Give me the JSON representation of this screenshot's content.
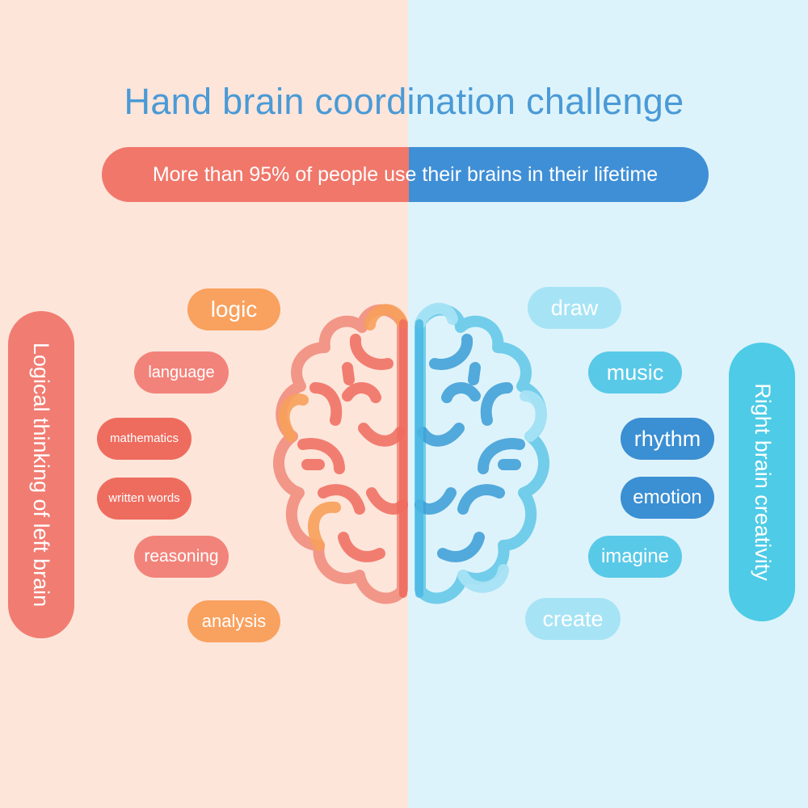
{
  "title": "Hand brain coordination challenge",
  "banner": "More than 95% of people use their brains in their lifetime",
  "left_label": "Logical thinking of left brain",
  "right_label": "Right brain creativity",
  "left_pills": [
    {
      "text": "logic",
      "color": "#f9a15e"
    },
    {
      "text": "language",
      "color": "#f2837a"
    },
    {
      "text": "mathematics",
      "color": "#ee6c5e"
    },
    {
      "text": "written words",
      "color": "#ee6c5e"
    },
    {
      "text": "reasoning",
      "color": "#f2837a"
    },
    {
      "text": "analysis",
      "color": "#f9a15e"
    }
  ],
  "right_pills": [
    {
      "text": "draw",
      "color": "#a6e4f5"
    },
    {
      "text": "music",
      "color": "#59c9e8"
    },
    {
      "text": "rhythm",
      "color": "#3b8fd3"
    },
    {
      "text": "emotion",
      "color": "#3b8fd3"
    },
    {
      "text": "imagine",
      "color": "#59c9e8"
    },
    {
      "text": "create",
      "color": "#a6e4f5"
    }
  ]
}
